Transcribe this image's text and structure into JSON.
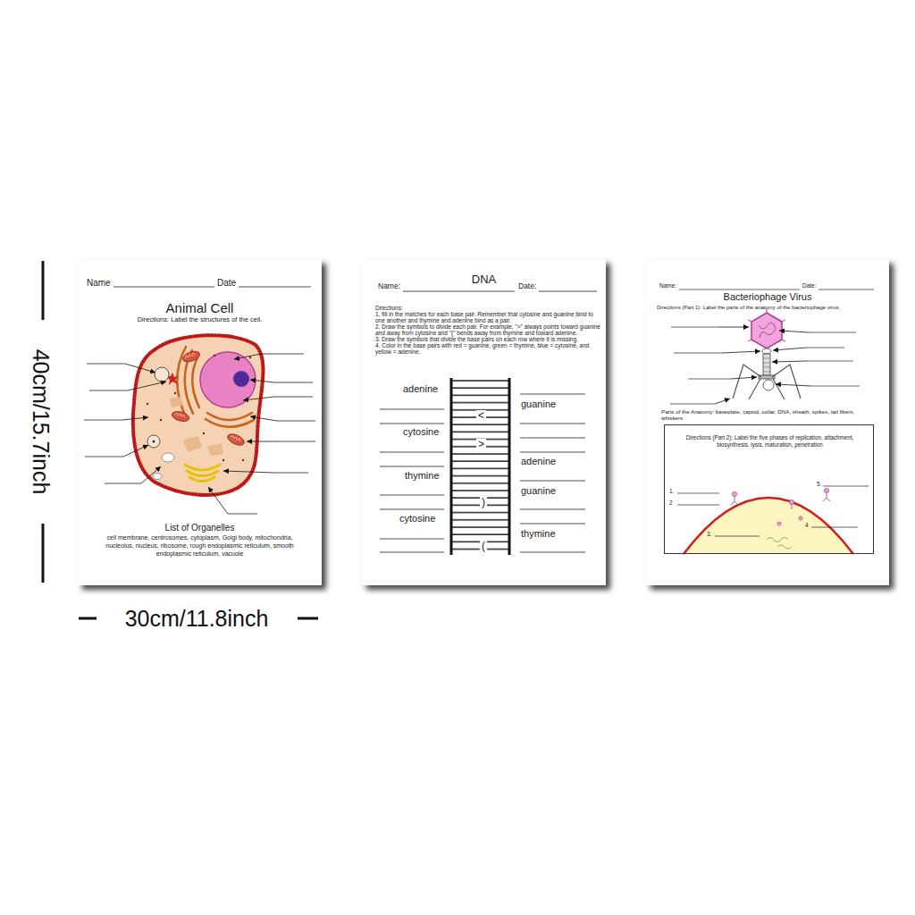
{
  "diagram": {
    "nodes": [
      {
        "text": [
          "Name",
          "Date",
          "Animal Cell",
          "Directions: Label the structures of the cell.",
          "List of Organelles",
          "cell membrane, centrosomes, cytoplasm, Golgi body, mitochondria, nucleolus, nucleus, ribosome, rough endoplasmic reticulum, smooth endoplasmic reticulum, vacuole"
        ]
      },
      {
        "text": [
          "Name:",
          "DNA",
          "Date:",
          "Directions:",
          "1. fill in the matches for each base pair. Remember that cytosine and guanine bind to one another and thymine and adenine bind as a pair.",
          "2. Draw the symbols to divide each pair. For example, \">\" always points toward guanine and away from cytosine and \"(\" bends away from thymine and toward adenine.",
          "3. Draw the symbols that divide the base pairs on each row where it is missing.",
          "4. Color in the base pairs with red = guanine, green = thymine, blue = cytosine, and yellow = adenine.",
          "adenine",
          "guanine",
          "<",
          "cytosine",
          ">",
          "adenine",
          "thymine",
          "guanine",
          ")",
          "cytosine",
          "thymine",
          "("
        ]
      },
      {
        "text": [
          "Name:",
          "Date:",
          "Bacteriophage Virus",
          "Directions (Part 1): Label the parts of the anatomy of the bacteriophage virus.",
          "Parts of the Anatomy: baseplate, capsid, collar, DNA, sheath, spikes, tail fibers, whiskers"
        ]
      },
      {
        "text": [
          "Directions (Part 2): Label the five phases of replication. attachment, biosynthesis, lysis, maturation, penetration",
          "5.",
          "1.",
          "2",
          "4",
          "3."
        ],
        "in": 2
      }
    ],
    "labels": [
      "40cm/15.7inch",
      "30cm/11.8inch"
    ]
  }
}
